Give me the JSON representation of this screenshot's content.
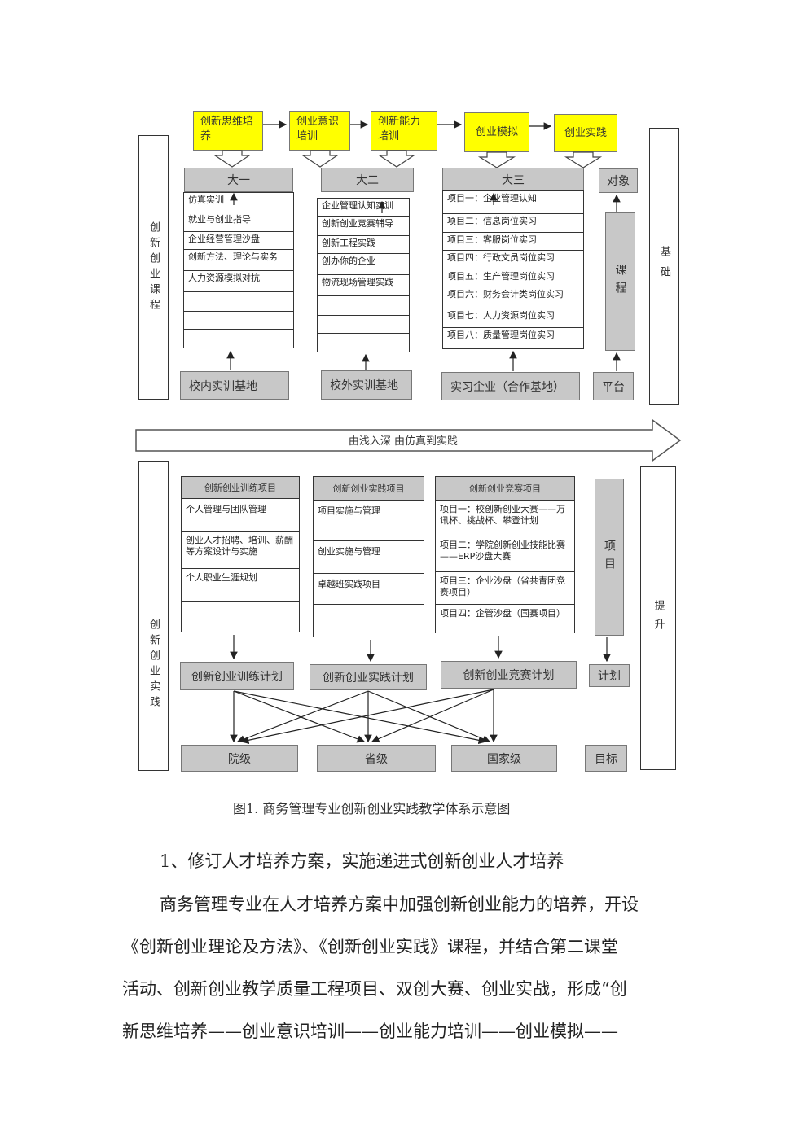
{
  "top_steps": [
    "创新思维培养",
    "创业意识培训",
    "创新能力培训",
    "创业模拟",
    "创业实践"
  ],
  "left_top_label": "创新创业课程",
  "right_top_label": "基础",
  "year_headers": [
    "大一",
    "大二",
    "大三"
  ],
  "year1_courses": [
    "仿真实训",
    "就业与创业指导",
    "企业经营管理沙盘",
    "创新方法、理论与实务",
    "人力资源模拟对抗",
    "",
    "",
    ""
  ],
  "year2_courses": [
    "企业管理认知实训",
    "创新创业竞赛辅导",
    "创新工程实践",
    "创办你的企业",
    "物流现场管理实践",
    "",
    "",
    ""
  ],
  "year3_courses": [
    "项目一：企业管理认知",
    "项目二：信息岗位实习",
    "项目三：客服岗位实习",
    "项目四：行政文员岗位实习",
    "项目五：生产管理岗位实习",
    "项目六：财务会计类岗位实习",
    "项目七：人力资源岗位实习",
    "项目八：质量管理岗位实习"
  ],
  "object_label": "对象",
  "course_bar": "课程",
  "bases": [
    "校内实训基地",
    "校外实训基地",
    "实习企业（合作基地）",
    "平台"
  ],
  "arrow_text": "由浅入深 由仿真到实践",
  "left_bottom_label": "创新创业实践",
  "right_bottom_label": "提升",
  "project_headers": [
    "创新创业训练项目",
    "创新创业实践项目",
    "创新创业竞赛项目"
  ],
  "training_items": [
    "个人管理与团队管理",
    "创业人才招聘、培训、薪酬等方案设计与实施",
    "个人职业生涯规划",
    ""
  ],
  "practice_items": [
    "项目实施与管理",
    "创业实施与管理",
    "卓越班实践项目",
    ""
  ],
  "competition_items": [
    "项目一：校创新创业大赛——万讯杯、挑战杯、攀登计划",
    "项目二：学院创新创业技能比赛——ERP沙盘大赛",
    "项目三：企业沙盘（省共青团竞赛项目）",
    "项目四：企管沙盘（国赛项目）"
  ],
  "project_bar": "项目",
  "plans": [
    "创新创业训练计划",
    "创新创业实践计划",
    "创新创业竞赛计划",
    "计划"
  ],
  "levels": [
    "院级",
    "省级",
    "国家级",
    "目标"
  ],
  "caption": "图1. 商务管理专业创新创业实践教学体系示意图",
  "heading": "1、修订人才培养方案，实施递进式创新创业人才培养",
  "para_lines": [
    "商务管理专业在人才培养方案中加强创新创业能力的培养，开设",
    "《创新创业理论及方法》、《创新创业实践》课程，并结合第二课堂",
    "活动、创新创业教学质量工程项目、双创大赛、创业实战，形成“创",
    "新思维培养——创业意识培训——创业能力培训——创业模拟——"
  ]
}
